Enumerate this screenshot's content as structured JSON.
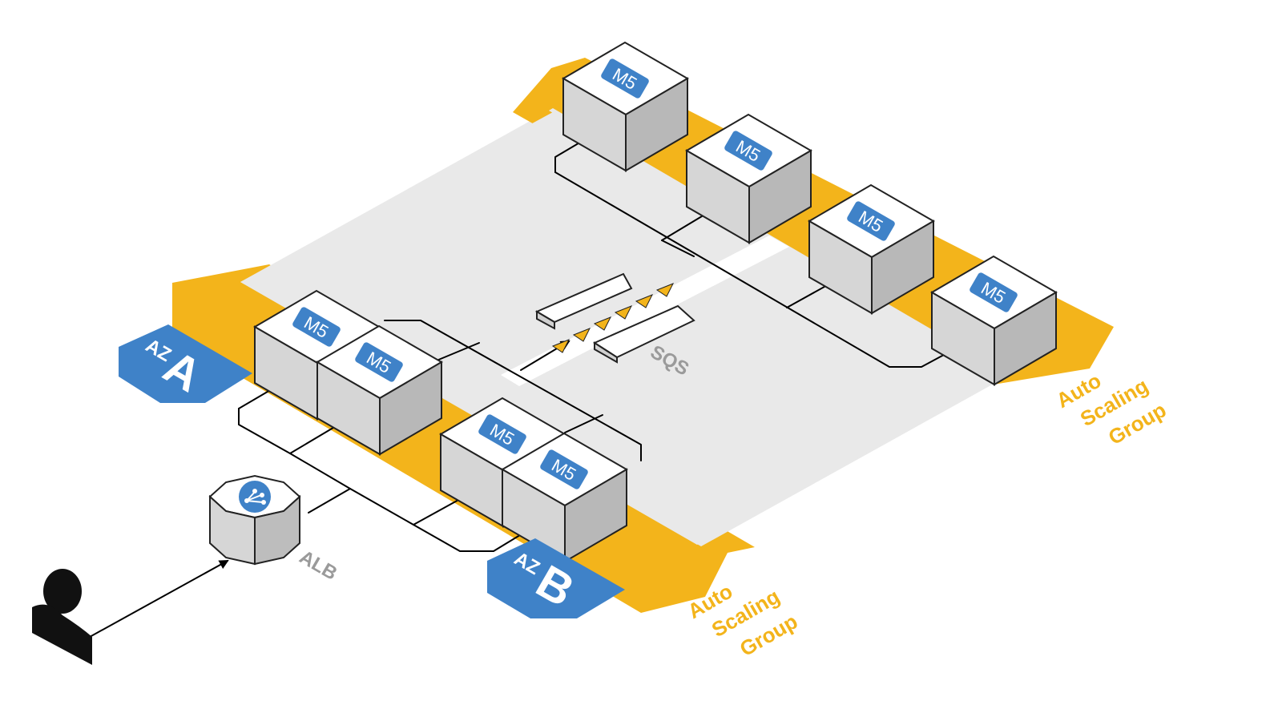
{
  "instance_label": "M5",
  "az_prefix": "AZ",
  "zones": {
    "a": "A",
    "b": "B"
  },
  "labels": {
    "alb": "ALB",
    "sqs": "SQS",
    "asg": [
      "Auto",
      "Scaling",
      "Group"
    ]
  },
  "colors": {
    "asg_orange": "#f3b41b",
    "badge_blue": "#3f82c8",
    "platform_grey": "#e9e9e9"
  },
  "icons": [
    "user-icon",
    "load-balancer-icon",
    "queue-icon",
    "ec2-instance-icon"
  ]
}
